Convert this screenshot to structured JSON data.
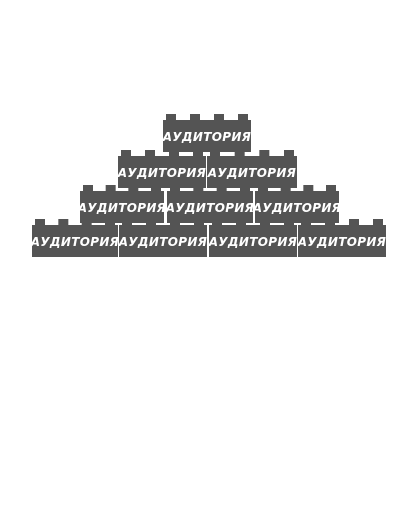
{
  "pyramid": {
    "brick_color": "#545454",
    "label_color": "#ffffff",
    "rows": [
      {
        "bricks": [
          {
            "label": "АУДИТОРИЯ"
          }
        ]
      },
      {
        "bricks": [
          {
            "label": "АУДИТОРИЯ"
          },
          {
            "label": "АУДИТОРИЯ"
          }
        ]
      },
      {
        "bricks": [
          {
            "label": "АУДИТОРИЯ"
          },
          {
            "label": "АУДИТОРИЯ"
          },
          {
            "label": "АУДИТОРИЯ"
          }
        ]
      },
      {
        "bricks": [
          {
            "label": "АУДИТОРИЯ"
          },
          {
            "label": "АУДИТОРИЯ"
          },
          {
            "label": "АУДИТОРИЯ"
          },
          {
            "label": "АУДИТОРИЯ"
          }
        ]
      }
    ]
  }
}
